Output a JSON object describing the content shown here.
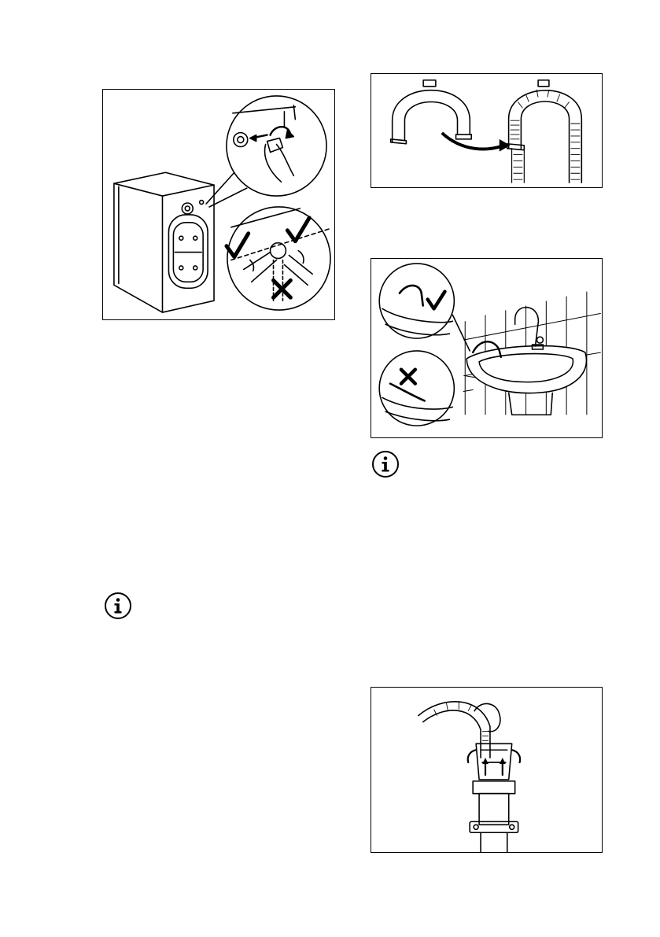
{
  "figures": {
    "connector": {
      "icon": "washing-machine-hose-connector-illustration"
    },
    "hose_guide": {
      "icon": "hose-guide-illustration"
    },
    "sink": {
      "icon": "drain-hose-sink-illustration"
    },
    "standpipe": {
      "icon": "drain-hose-standpipe-illustration"
    }
  },
  "info_icons": {
    "left": {
      "icon": "info-icon"
    },
    "right": {
      "icon": "info-icon"
    }
  },
  "colors": {
    "line": "#000000",
    "background": "#ffffff"
  }
}
